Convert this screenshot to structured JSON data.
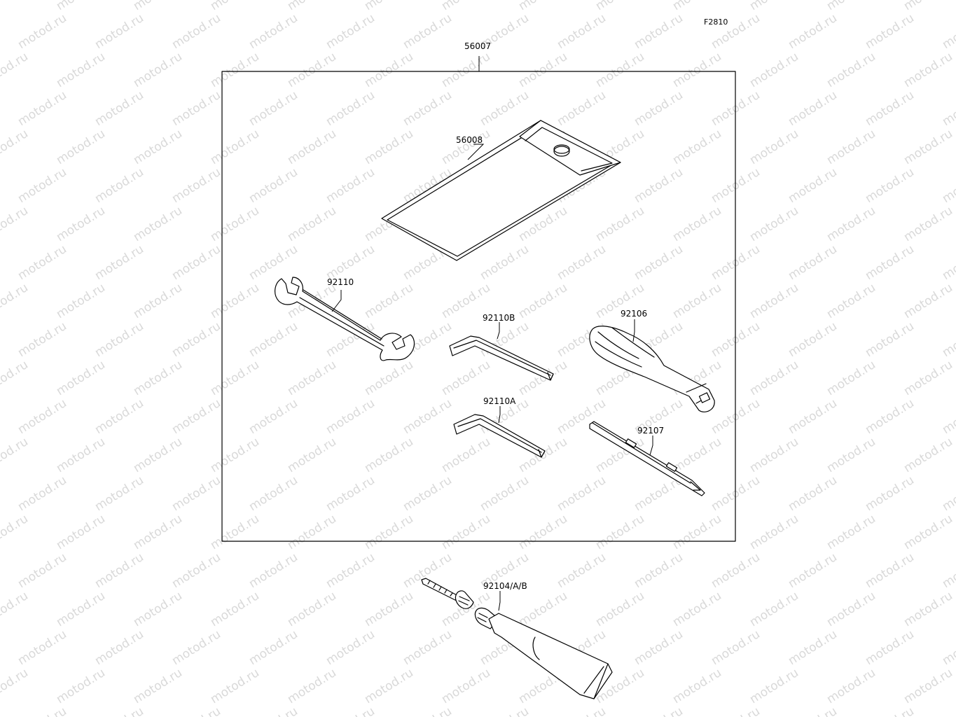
{
  "figure_code": "F2810",
  "watermark_text": "motod.ru",
  "callouts": {
    "tool_kit": "56007",
    "tool_bag": "56008",
    "wrench": "92110",
    "hex_key_b": "92110B",
    "hex_key_a": "92110A",
    "screwdriver_handle": "92106",
    "screwdriver_bit": "92107",
    "grease_tube": "92104/A/B"
  },
  "icons": {
    "tool_bag": "tool-bag-icon",
    "wrench": "open-end-wrench-icon",
    "hex_key": "hex-key-icon",
    "screwdriver_handle": "screwdriver-handle-icon",
    "screwdriver_bit": "screwdriver-bit-icon",
    "grease_tube": "grease-tube-icon"
  }
}
